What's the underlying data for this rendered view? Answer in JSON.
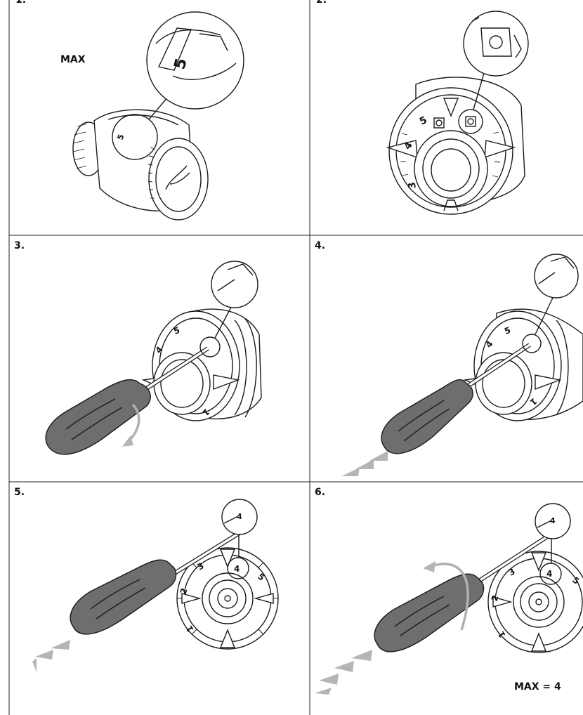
{
  "steps": [
    {
      "number": "1."
    },
    {
      "number": "2."
    },
    {
      "number": "3."
    },
    {
      "number": "4."
    },
    {
      "number": "5."
    },
    {
      "number": "6."
    }
  ],
  "labels": {
    "max": "MAX",
    "max_equals": "MAX = 4"
  },
  "dial_numbers": {
    "five": "5",
    "four": "4",
    "three": "3",
    "two": "2",
    "one": "1"
  },
  "colors": {
    "line": "#1a1a1a",
    "handle": "#6e6e6e",
    "arrow": "#b5b5b5"
  }
}
